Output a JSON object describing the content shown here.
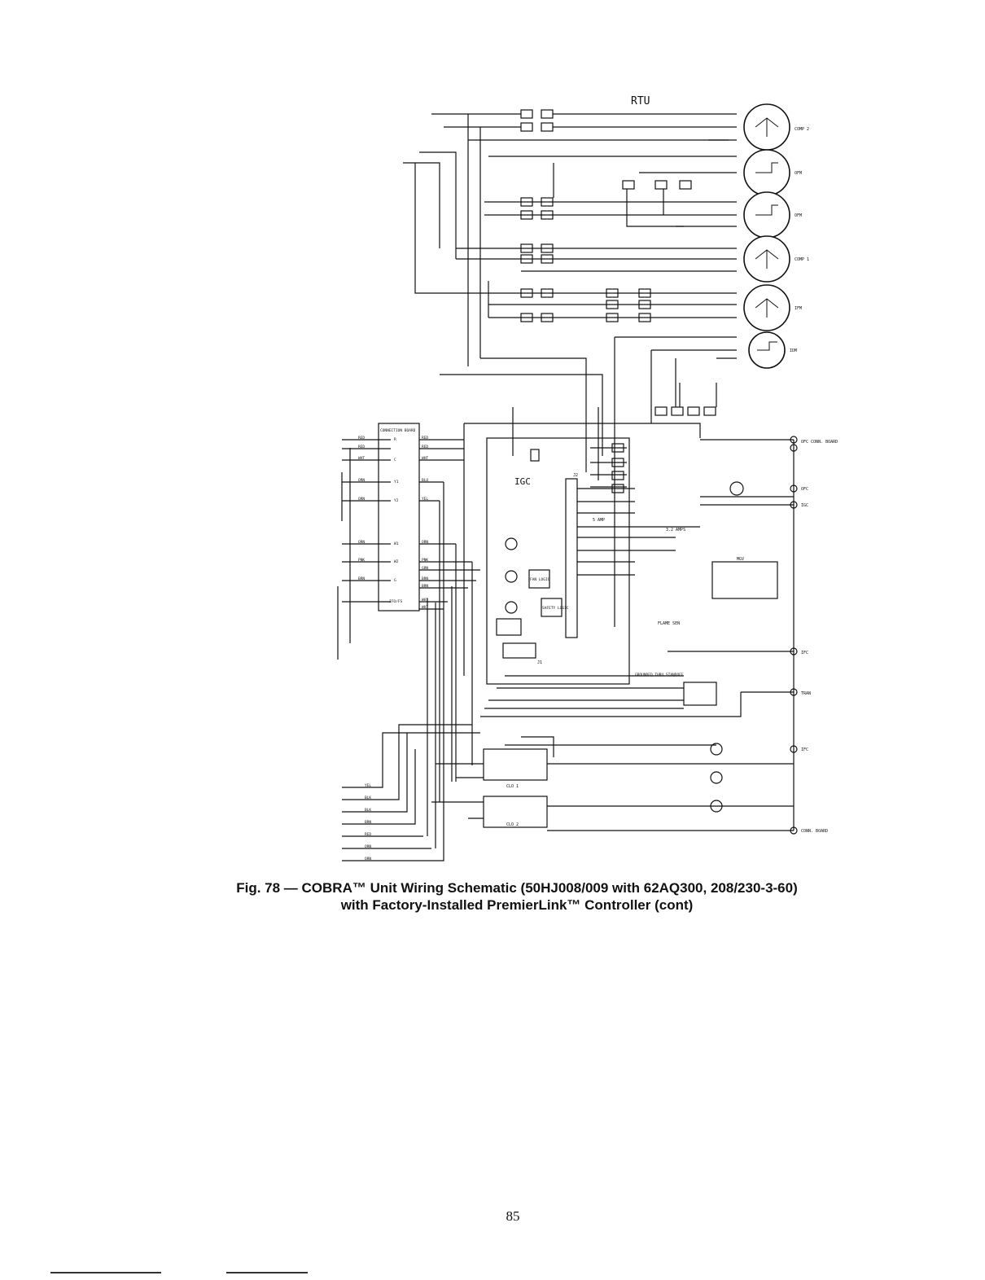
{
  "diagram": {
    "title": "RTU",
    "block_labels": {
      "igc": "IGC",
      "connection_board": "CONNECTION BOARD",
      "fan_logic": "FAN LOGIC",
      "safety_logic": "SAFETY LOGIC",
      "clo1": "CLO 1",
      "clo2": "CLO 2",
      "mgv": "MGV",
      "amp_rating": "5 AMP",
      "amp_rating2": "3.2 AMPS",
      "flame_sen": "FLAME SEN",
      "grounded": "GROUNDED THRU STANDOFF",
      "j2": "J2",
      "j1": "J1"
    },
    "components": {
      "comp2": "COMP 2",
      "ofm1": "OFM",
      "ofm2": "OFM",
      "comp1": "COMP 1",
      "ifm": "IFM",
      "idm": "IDM",
      "ofc_board": "OFC CONN. BOARD",
      "ofc": "OFC",
      "igc": "IGC",
      "ifc": "IFC",
      "tran": "TRAN",
      "ifc2": "IFC",
      "conn_board": "CONN. BOARD"
    },
    "wire_codes": {
      "left_bottom": [
        "YEL",
        "BLK",
        "BLK",
        "BRN",
        "RED",
        "ORN",
        "ORN"
      ],
      "board_in": [
        "RED",
        "RED",
        "WHT",
        "ORN",
        "ORN",
        "ORN",
        "PNK",
        "BRN"
      ],
      "board_out": [
        "RED",
        "RED",
        "WHT",
        "BLU",
        "YEL",
        "ORN",
        "PNK",
        "GRN",
        "BRN",
        "BRN",
        "WHT",
        "WHT"
      ],
      "terminals": [
        "R",
        "C",
        "Y1",
        "Y2",
        "W1",
        "W2",
        "G",
        "IFO/FS"
      ]
    }
  },
  "caption": {
    "line1": "Fig. 78 — COBRA™ Unit Wiring Schematic (50HJ008/009 with 62AQ300, 208/230-3-60)",
    "line2": "with Factory-Installed PremierLink™ Controller (cont)"
  },
  "page_number": "85"
}
